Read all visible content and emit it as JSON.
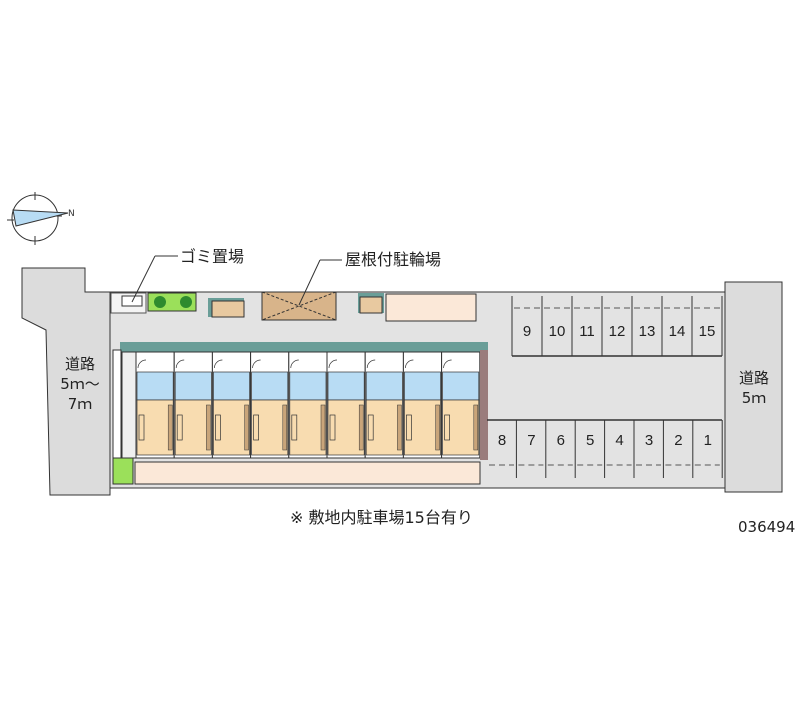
{
  "labels": {
    "garbage": "ゴミ置場",
    "bike_parking": "屋根付駐輪場",
    "road_left_name": "道路",
    "road_left_width_1": "5ｍ～",
    "road_left_width_2": "7ｍ",
    "road_right_name": "道路",
    "road_right_width": "5ｍ",
    "note": "※ 敷地内駐車場15台有り",
    "property_code": "036494",
    "compass_n": "N"
  },
  "parking_top": [
    "9",
    "10",
    "11",
    "12",
    "13",
    "14",
    "15"
  ],
  "parking_bottom": [
    "8",
    "7",
    "6",
    "5",
    "4",
    "3",
    "2",
    "1"
  ],
  "unit_count": 9,
  "colors": {
    "road": "#dcdcdc",
    "lot": "#e3e3e3",
    "roof": "#6a9e98",
    "bath": "#b8dcf4",
    "room": "#f8dcb0",
    "bike": "#d8b48a",
    "green": "#7fd040"
  }
}
